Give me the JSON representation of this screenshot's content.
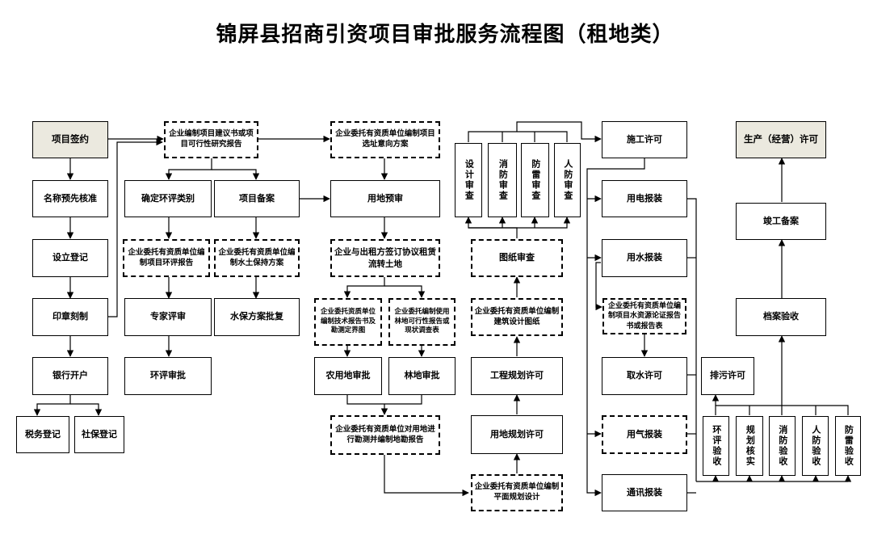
{
  "title": "锦屏县招商引资项目审批服务流程图（租地类）",
  "nodes": {
    "xmqy": "项目签约",
    "mcyxhz": "名称预先核准",
    "sldj": "设立登记",
    "yzkz": "印章刻制",
    "yhkh": "银行开户",
    "swdj": "税务登记",
    "sbdj": "社保登记",
    "bzjys": "企业编制项目建议书或项目可行性研究报告",
    "qdhplb": "确定环评类别",
    "xmba": "项目备案",
    "hpbg": "企业委托有资质单位编制项目环评报告",
    "stbc": "企业委托有资质单位编制水土保持方案",
    "zjps": "专家评审",
    "sbfapf": "水保方案批复",
    "hpsp": "环评审批",
    "xzyx": "企业委托有资质单位编制项目选址意向方案",
    "ydys": "用地预审",
    "zlxy": "企业与出租方签订协议租赁流转土地",
    "jsbg": "企业委托资质单位编制技术报告书及勘测定界图",
    "ldkx": "企业委托编制使用林地可行性报告或现状调查表",
    "nyd": "农用地审批",
    "ld": "林地审批",
    "kcdj": "企业委托有资质单位对用地进行勘测并编制地勘报告",
    "sjsc": "设计审查",
    "xfsc": "消防审查",
    "flsc": "防雷审查",
    "rfsc": "人防审查",
    "tzsc": "图纸审查",
    "jzsj": "企业委托有资质单位编制建筑设计图纸",
    "gcgh": "工程规划许可",
    "ydgh": "用地规划许可",
    "pmgh": "企业委托有资质单位编制平面规划设计",
    "sgxk": "施工许可",
    "ydbz": "用电报装",
    "ysbz": "用水报装",
    "szylz": "企业委托有资质单位编制项目水资源论证报告书或报告表",
    "qsxk": "取水许可",
    "yqbz": "用气报装",
    "txbz": "通讯报装",
    "scxk": "生产（经营）许可",
    "jgba": "竣工备案",
    "daysh": "档案验收",
    "pwxk": "排污许可",
    "hpys": "环评验收",
    "ghhs": "规划核实",
    "xfys": "消防验收",
    "rfys": "人防验收",
    "flys": "防雷验收"
  }
}
